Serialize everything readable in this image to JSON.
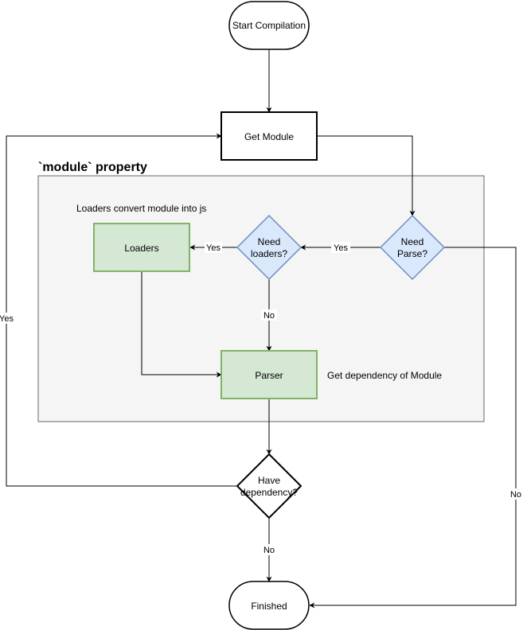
{
  "group": {
    "title": "`module` property",
    "fill": "#f5f5f5",
    "stroke": "#666666"
  },
  "nodes": {
    "start": {
      "label": "Start Compilation"
    },
    "get_module": {
      "label": "Get Module"
    },
    "need_parse": {
      "label_line1": "Need",
      "label_line2": "Parse?",
      "fill": "#dae8fc",
      "stroke": "#6c8ebf"
    },
    "need_loaders": {
      "label_line1": "Need",
      "label_line2": "loaders?",
      "fill": "#dae8fc",
      "stroke": "#6c8ebf"
    },
    "loaders": {
      "label": "Loaders",
      "fill": "#d5e8d4",
      "stroke": "#82b366"
    },
    "parser": {
      "label": "Parser",
      "fill": "#d5e8d4",
      "stroke": "#82b366"
    },
    "have_dependency": {
      "label_line1": "Have",
      "label_line2": "dependency?"
    },
    "finished": {
      "label": "Finished"
    }
  },
  "annotations": {
    "loaders_note": "Loaders convert module into js",
    "parser_note": "Get dependency of Module"
  },
  "edge_labels": {
    "parse_yes": "Yes",
    "loaders_yes": "Yes",
    "loaders_no": "No",
    "dependency_yes": "Yes",
    "dependency_no": "No",
    "parse_no": "No"
  }
}
